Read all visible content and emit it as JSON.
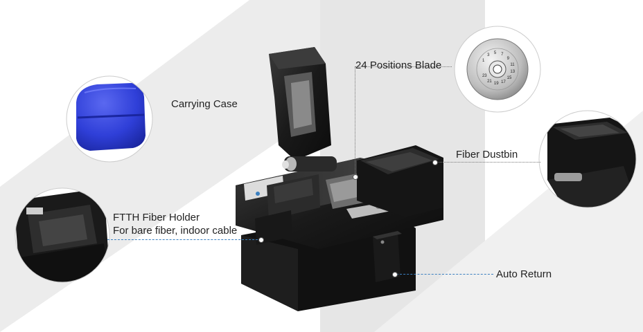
{
  "callouts": {
    "carrying_case": "Carrying Case",
    "blade": "24 Positions Blade",
    "dustbin": "Fiber Dustbin",
    "holder_title": "FTTH Fiber Holder",
    "holder_desc": "For bare fiber, indoor cable",
    "auto_return": "Auto Return"
  },
  "blade_numbers": [
    "1",
    "3",
    "5",
    "7",
    "9",
    "11",
    "13",
    "15",
    "17",
    "19",
    "21",
    "23"
  ],
  "colors": {
    "case_blue": "#2f3fd8",
    "leader_blue": "#3a7fc0",
    "cleaver_body": "#1c1c1c",
    "background_stripe": "#e9e9e9"
  }
}
